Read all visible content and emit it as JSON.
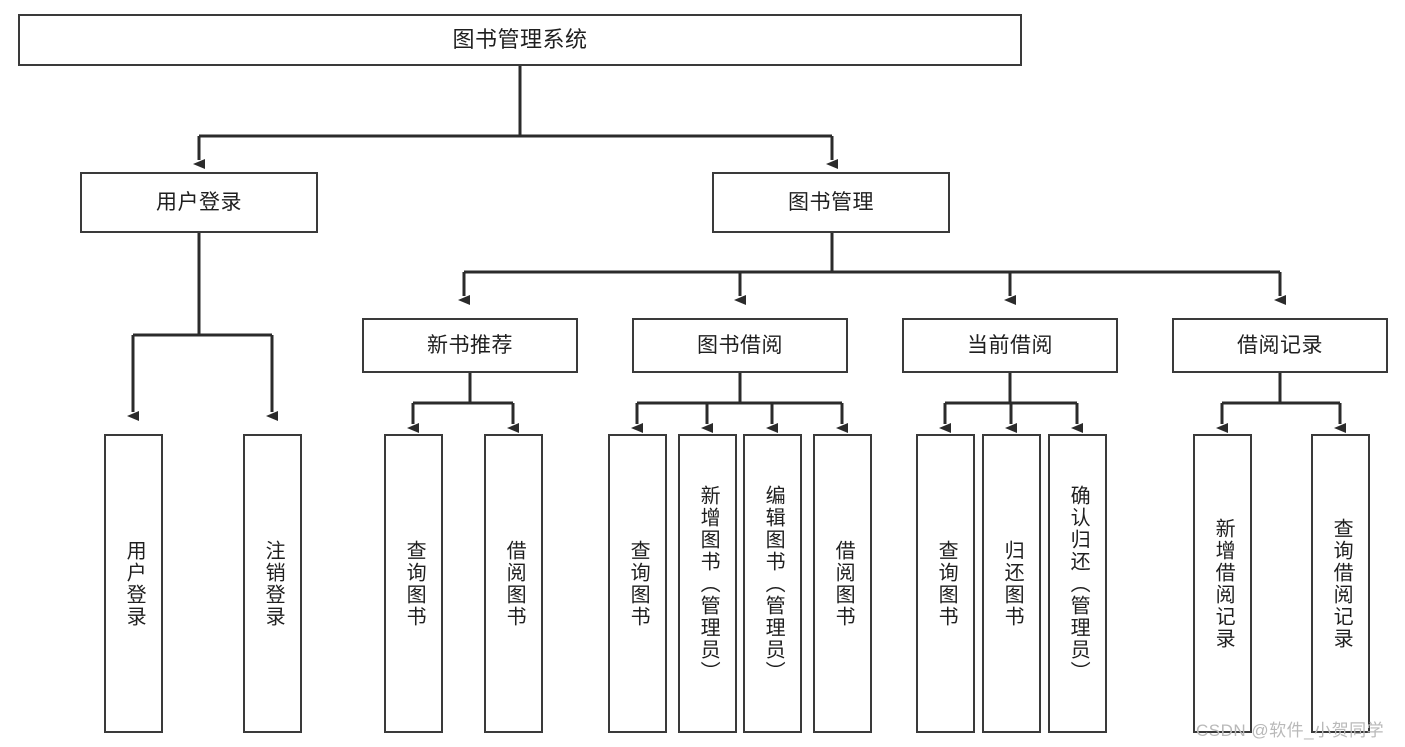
{
  "diagram": {
    "title": "图书管理系统",
    "type": "tree",
    "watermark": "CSDN @软件_小贺同学",
    "colors": {
      "box_border": "#3a3a3a",
      "box_fill": "#ffffff",
      "connector": "#2b2b2b",
      "text": "#1f1f1f",
      "watermark": "#b9b9b9",
      "background": "#ffffff"
    },
    "root": {
      "label": "图书管理系统"
    },
    "level1": [
      {
        "label": "用户登录"
      },
      {
        "label": "图书管理"
      }
    ],
    "level2": [
      {
        "label": "新书推荐"
      },
      {
        "label": "图书借阅"
      },
      {
        "label": "当前借阅"
      },
      {
        "label": "借阅记录"
      }
    ],
    "leaves": {
      "user_login": [
        {
          "label": "用户登录"
        },
        {
          "label": "注销登录"
        }
      ],
      "new_book_recommend": [
        {
          "label": "查询图书"
        },
        {
          "label": "借阅图书"
        }
      ],
      "book_borrow": [
        {
          "label": "查询图书"
        },
        {
          "label": "新增图书（管理员）"
        },
        {
          "label": "编辑图书（管理员）"
        },
        {
          "label": "借阅图书"
        }
      ],
      "current_borrow": [
        {
          "label": "查询图书"
        },
        {
          "label": "归还图书"
        },
        {
          "label": "确认归还（管理员）"
        }
      ],
      "borrow_record": [
        {
          "label": "新增借阅记录"
        },
        {
          "label": "查询借阅记录"
        }
      ]
    }
  }
}
